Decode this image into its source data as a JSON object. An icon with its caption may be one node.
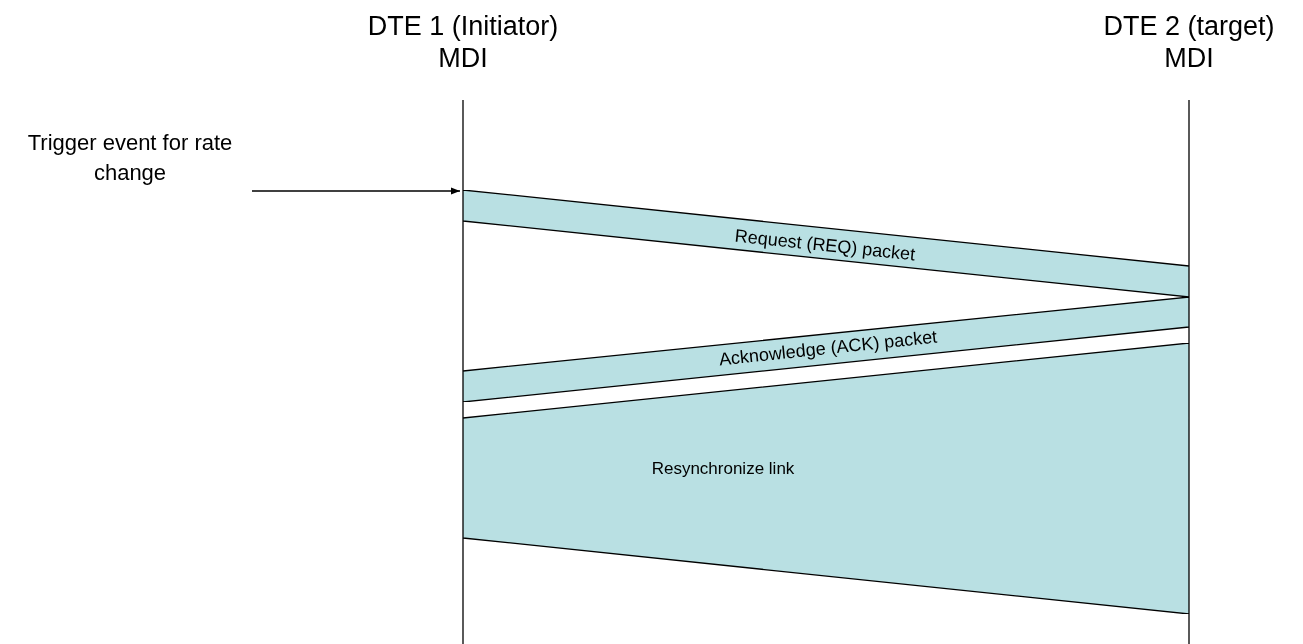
{
  "diagram": {
    "nodes": [
      {
        "text": [
          "DTE 1 (Initiator)",
          "MDI"
        ]
      },
      {
        "text": [
          "DTE 2 (target)",
          "MDI"
        ]
      },
      {
        "text": [
          "Trigger event for rate change"
        ]
      },
      {
        "text": [
          "Request (REQ) packet"
        ]
      },
      {
        "text": [
          "Acknowledge (ACK) packet"
        ]
      },
      {
        "text": [
          "Resynchronize link"
        ]
      }
    ],
    "edges": [
      {
        "from": 2,
        "to": 3,
        "arrow": "to"
      }
    ]
  }
}
